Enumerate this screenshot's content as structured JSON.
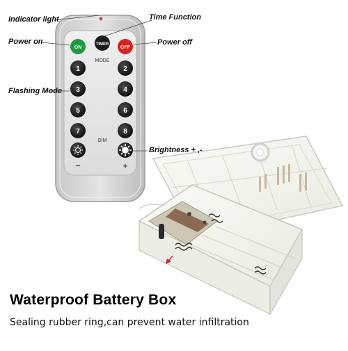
{
  "callouts": {
    "indicator_light": "Indicator light",
    "time_function": "Time Function",
    "power_on": "Power on",
    "power_off": "Power off",
    "flashing_mode": "Flashing Mode",
    "brightness": "Brightness + ,-"
  },
  "remote": {
    "on_label": "ON",
    "timer_label": "TIMER",
    "off_label": "OFF",
    "mode_label": "MODE",
    "dim_label": "DIM",
    "minus_label": "−",
    "plus_label": "+",
    "mode_buttons": [
      "1",
      "2",
      "3",
      "4",
      "5",
      "6",
      "7",
      "8"
    ],
    "colors": {
      "on": "#1e9a3c",
      "timer": "#1a1a1a",
      "off": "#e01e1e"
    }
  },
  "caption": {
    "headline": "Waterproof Battery Box",
    "subtext": "Sealing rubber ring,can prevent water infiltration"
  }
}
